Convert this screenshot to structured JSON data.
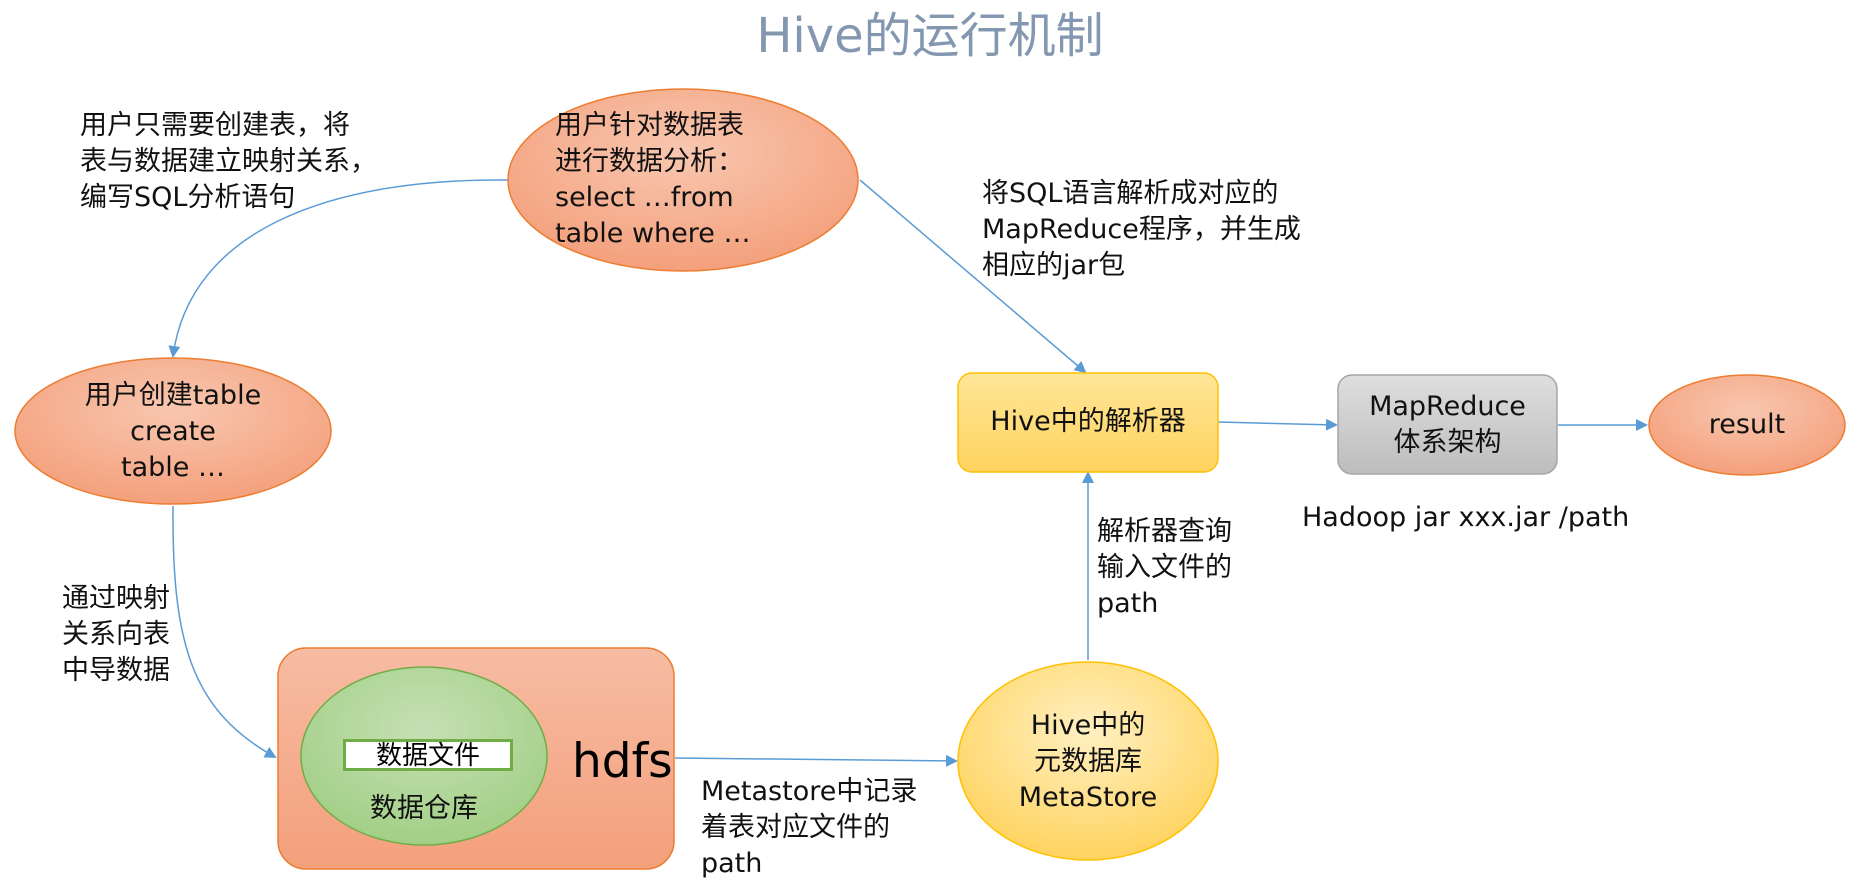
{
  "title": "Hive的运行机制",
  "nodes": {
    "user_analysis": [
      "用户针对数据表",
      "进行数据分析：",
      "select …from",
      "table where …"
    ],
    "user_create": [
      "用户创建table",
      "create",
      "table …"
    ],
    "hdfs_label": "hdfs",
    "data_file": "数据文件",
    "data_warehouse": "数据仓库",
    "parser": "Hive中的解析器",
    "mapreduce": [
      "MapReduce",
      "体系架构"
    ],
    "result": "result",
    "metastore": [
      "Hive中的",
      "元数据库",
      "MetaStore"
    ]
  },
  "annotations": {
    "create_table_note": [
      "用户只需要创建表，将",
      "表与数据建立映射关系，",
      "编写SQL分析语句"
    ],
    "sql_parse_note": [
      "将SQL语言解析成对应的",
      "MapReduce程序，并生成",
      "相应的jar包"
    ],
    "load_data_note": [
      "通过映射",
      "关系向表",
      "中导数据"
    ],
    "metastore_note": [
      "Metastore中记录",
      "着表对应文件的",
      "path"
    ],
    "parser_query_note": [
      "解析器查询",
      "输入文件的",
      "path"
    ],
    "hadoop_cmd": "Hadoop jar xxx.jar /path"
  },
  "colors": {
    "title": "#8497b0",
    "orange_node": "#f4a582",
    "orange_border": "#ed7d31",
    "yellow_node": "#ffd966",
    "yellow_border": "#ffc000",
    "gray_node": "#c9c9c9",
    "green_node": "#a9d18e",
    "green_border": "#70ad47",
    "arrow": "#5b9bd5"
  }
}
